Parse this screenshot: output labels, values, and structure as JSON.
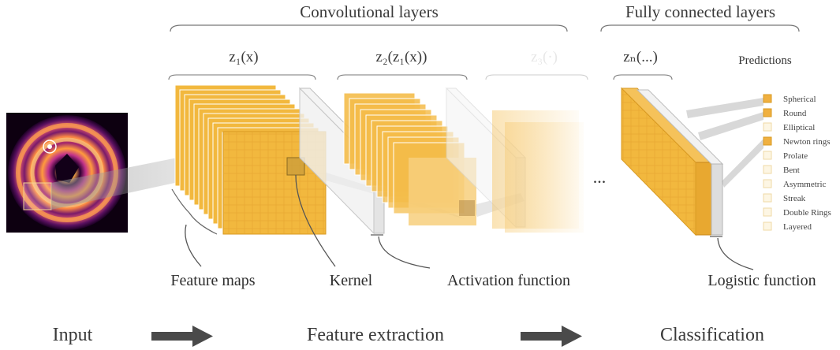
{
  "headers": {
    "conv": "Convolutional layers",
    "fc": "Fully connected layers"
  },
  "formulas": {
    "z1": "z₁(x)",
    "z2": "z₂(z₁(x))",
    "z3": "z₃(·)",
    "zn": "zₙ(...)"
  },
  "predictions_title": "Predictions",
  "classes": [
    {
      "label": "Spherical",
      "active": true
    },
    {
      "label": "Round",
      "active": true
    },
    {
      "label": "Elliptical",
      "active": false
    },
    {
      "label": "Newton rings",
      "active": true
    },
    {
      "label": "Prolate",
      "active": false
    },
    {
      "label": "Bent",
      "active": false
    },
    {
      "label": "Asymmetric",
      "active": false
    },
    {
      "label": "Streak",
      "active": false
    },
    {
      "label": "Double Rings",
      "active": false
    },
    {
      "label": "Layered",
      "active": false
    }
  ],
  "labels": {
    "feature_maps": "Feature maps",
    "kernel": "Kernel",
    "activation": "Activation function",
    "logistic": "Logistic function"
  },
  "pipeline": {
    "input": "Input",
    "extraction": "Feature extraction",
    "classification": "Classification"
  },
  "ellipsis": "...",
  "colors": {
    "feature_map": "#f2b83e",
    "feature_map_edge": "#d89a22",
    "activation_slab": "#ececec",
    "text": "#333333",
    "arrow": "#4a4a4a",
    "input_dark": "#1a0022",
    "input_mid": "#c2338a",
    "input_bright": "#ffb347"
  }
}
